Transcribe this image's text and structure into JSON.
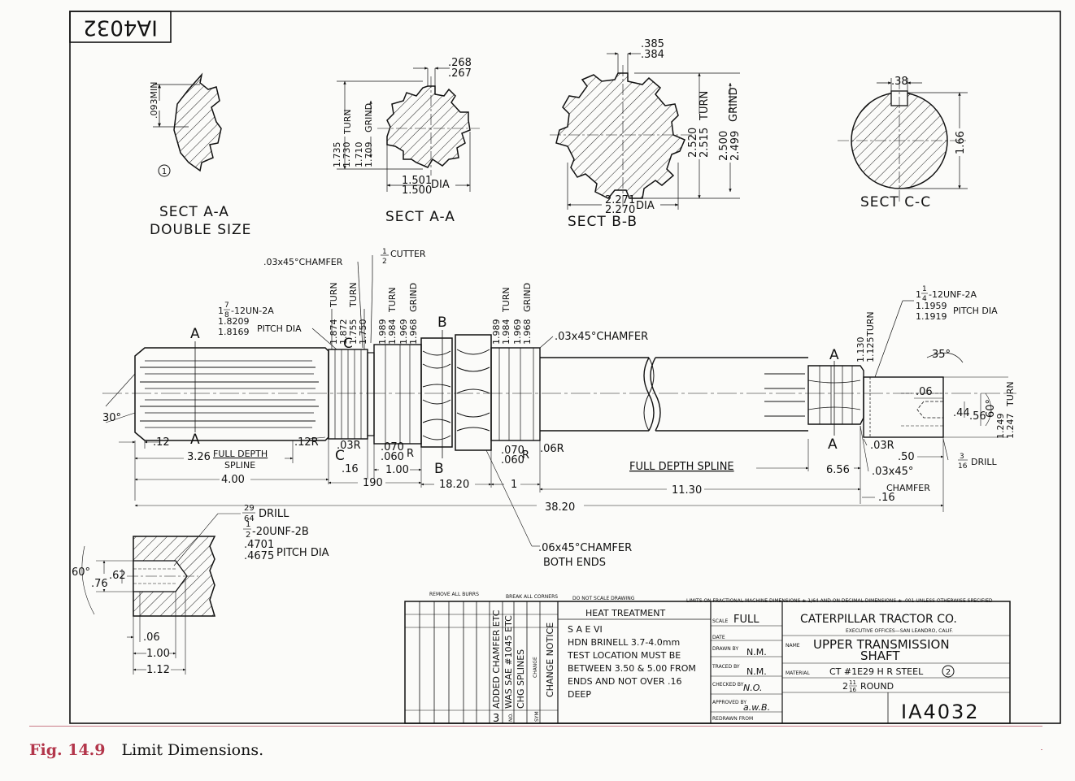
{
  "stamp": "IA4032",
  "sections": {
    "aa_double": {
      "title": "SECT  A-A",
      "subtitle": "DOUBLE  SIZE",
      "min": ".093MIN",
      "note": "1"
    },
    "aa": {
      "title": "SECT  A-A",
      "w1": ".268",
      "w2": ".267",
      "turn1": "1.735",
      "turn2": "1.730",
      "turn": "TURN",
      "grind1": "1.710",
      "grind2": "1.709",
      "grind": "GRIND",
      "dia1": "1.501",
      "dia2": "1.500",
      "dia": "DIA"
    },
    "bb": {
      "title": "SECT  B-B",
      "w1": ".385",
      "w2": ".384",
      "turn1": "2.520",
      "turn2": "2.515",
      "turn": "TURN",
      "grind1": "2.500",
      "grind2": "2.499",
      "grind": "GRIND",
      "dia1": "2.271",
      "dia2": "2.270",
      "dia": "DIA"
    },
    "cc": {
      "title": "SECT  C-C",
      "w": ".38",
      "h": "1.66"
    }
  },
  "shaft": {
    "chamfer_top": ".03x45°CHAMFER",
    "cutter_num": "1",
    "cutter_den": "2",
    "cutter": "CUTTER",
    "thread_l1_whole": "1",
    "thread_l1_num": "7",
    "thread_l1_den": "8",
    "thread_l1_rest": "-12UN-2A",
    "thread_l2": "1.8209",
    "thread_l3": "1.8169",
    "thread_l3b": "PITCH DIA",
    "t1": "1.874",
    "t2": "1.872",
    "t3": "1.755",
    "t4": "1.750",
    "t_turn": "TURN",
    "g1": "1.989",
    "g2": "1.984",
    "g3": "1.969",
    "g4": "1.968",
    "turn": "TURN",
    "grind": "GRIND",
    "chamfer_right": ".03x45°CHAMFER",
    "right_t1": "1.130",
    "right_t2": "1.125",
    "right_thread1_whole": "1",
    "right_thread1_num": "1",
    "right_thread1_den": "4",
    "right_thread1_rest": "-12UNF-2A",
    "right_thread2": "1.1959",
    "right_thread2b": "PITCH DIA",
    "right_thread3": "1.1919",
    "angle_35": "35°",
    "angle_30": "30°",
    "angle_60": "60°",
    "d06": ".06",
    "d44": ".44",
    "d56": ".56",
    "d1249": "1.249",
    "d1247": "1.247",
    "drill_num": "3",
    "drill_den": "16",
    "drill": "DRILL",
    "d50": ".50",
    "d03r_right": ".03R",
    "chamfer_bottom": ".03x45°",
    "chamfer_bottom2": "CHAMFER",
    "d16_right": ".16",
    "d12": ".12",
    "d326": "3.26",
    "full_depth": "FULL DEPTH",
    "spline": "SPLINE",
    "d12r": ".12R",
    "d03r": ".03R",
    "d16": ".16",
    "d070a": ".070",
    "d060a": ".060",
    "r": "R",
    "d100": "1.00",
    "d070b": ".070",
    "d060b": ".060",
    "d06r": ".06R",
    "full_depth_spline": "FULL DEPTH  SPLINE",
    "d656": "6.56",
    "d400": "4.00",
    "d190": "190",
    "d1820": "18.20",
    "d1": "1",
    "d1130": "11.30",
    "d3820": "38.20",
    "chamfer_both": ".06x45°CHAMFER",
    "both_ends": "BOTH ENDS",
    "lbl_A": "A",
    "lbl_B": "B",
    "lbl_C": "C"
  },
  "detail": {
    "drill_num": "29",
    "drill_den": "64",
    "drill": "DRILL",
    "unf_num": "1",
    "unf_den": "2",
    "unf": "-20UNF-2B",
    "p1": ".4701",
    "p2": ".4675",
    "pitch": "PITCH  DIA",
    "angle": "60°",
    "d76": ".76",
    "d62": ".62",
    "d06": ".06",
    "d100": "1.00",
    "d112": "1.12"
  },
  "title_block": {
    "remove_burrs": "REMOVE ALL BURRS",
    "break_corners": "BREAK ALL CORNERS",
    "no_scale": "DO NOT SCALE DRAWING",
    "limits": "LIMITS ON FRACTIONAL MACHINE DIMENSIONS ± 1/64 AND ON DECIMAL DIMENSIONS ± .001 UNLESS OTHERWISE SPECIFIED",
    "heat_treatment": "HEAT TREATMENT",
    "ht1": "S A E VI",
    "ht2": "HDN  BRINELL 3.7-4.0mm",
    "ht3": "TEST LOCATION MUST BE",
    "ht4": "BETWEEN 3.50 & 5.00 FROM",
    "ht5": "ENDS AND NOT OVER .16",
    "ht6": "DEEP",
    "change1": "ADDED CHAMFER ETC",
    "change2": "WAS SAE #1045 ETC",
    "change3": "CHG SPLINES",
    "change_hdr": "CHANGE",
    "change_notice": "CHANGE NOTICE",
    "rev_no": "3",
    "rev_no_hdr": "NO.",
    "sym": "SYM",
    "scale_lbl": "SCALE",
    "scale": "FULL",
    "date_lbl": "DATE",
    "drawn_lbl": "DRAWN BY",
    "drawn": "N.M.",
    "traced_lbl": "TRACED BY",
    "traced": "N.M.",
    "checked_lbl": "CHECKED BY",
    "checked": "N.O.",
    "approved_lbl": "APPROVED BY",
    "approved": "a.w.B.",
    "redrawn_lbl": "REDRAWN FROM",
    "company": "CATERPILLAR  TRACTOR  CO.",
    "offices": "EXECUTIVE OFFICES—SAN LEANDRO, CALIF.",
    "name_lbl": "NAME",
    "name1": "UPPER TRANSMISSION",
    "name2": "SHAFT",
    "material_lbl": "MATERIAL",
    "material": "CT #1E29 H R STEEL",
    "material_note": "2",
    "stock_whole": "2",
    "stock_num": "11",
    "stock_den": "16",
    "stock": "ROUND",
    "part_no": "IA4032"
  },
  "caption": {
    "fig": "Fig. 14.9",
    "text": "Limit Dimensions."
  }
}
